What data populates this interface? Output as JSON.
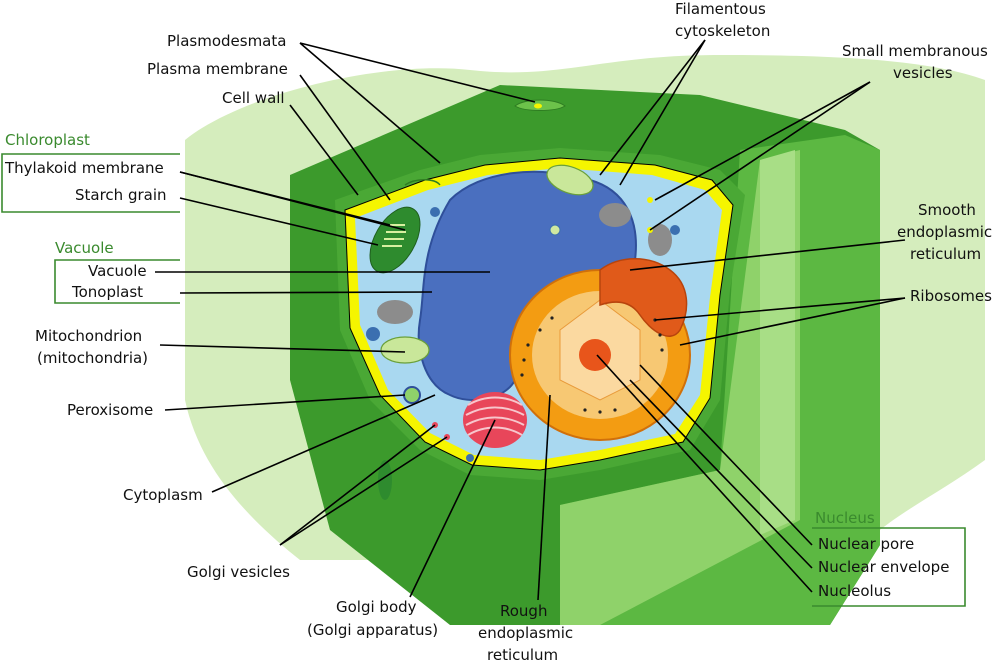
{
  "title": "",
  "groups": {
    "chloroplast": "Chloroplast",
    "vacuole": "Vacuole",
    "nucleus": "Nucleus"
  },
  "labels": {
    "plasmodesmata": "Plasmodesmata",
    "plasma_membrane": "Plasma membrane",
    "cell_wall": "Cell wall",
    "thylakoid_membrane": "Thylakoid membrane",
    "starch_grain": "Starch grain",
    "vacuole": "Vacuole",
    "tonoplast": "Tonoplast",
    "mitochondrion_1": "Mitochondrion",
    "mitochondrion_2": "(mitochondria)",
    "peroxisome": "Peroxisome",
    "cytoplasm": "Cytoplasm",
    "golgi_vesicles": "Golgi vesicles",
    "golgi_body_1": "Golgi body",
    "golgi_body_2": "(Golgi apparatus)",
    "rough_er_1": "Rough",
    "rough_er_2": "endoplasmic",
    "rough_er_3": "reticulum",
    "filamentous_1": "Filamentous",
    "filamentous_2": "cytoskeleton",
    "small_vesicles_1": "Small membranous",
    "small_vesicles_2": "vesicles",
    "smooth_er_1": "Smooth",
    "smooth_er_2": "endoplasmic",
    "smooth_er_3": "reticulum",
    "ribosomes": "Ribosomes",
    "nuclear_pore": "Nuclear pore",
    "nuclear_envelope": "Nuclear envelope",
    "nucleolus": "Nucleolus"
  },
  "colors": {
    "cell_wall_dark": "#3c9a2c",
    "cell_wall_mid": "#5cb842",
    "cell_wall_light": "#8fd26a",
    "background_blob": "#d5edbd",
    "plasma_membrane": "#f5f500",
    "cytoplasm": "#a9d8f0",
    "vacuole": "#4a6fbf",
    "nucleus_outer": "#f39c12",
    "nucleus_inner": "#f7c873",
    "nucleolus": "#e8551b",
    "golgi": "#e8465a",
    "chloroplast": "#2e8b2e"
  }
}
